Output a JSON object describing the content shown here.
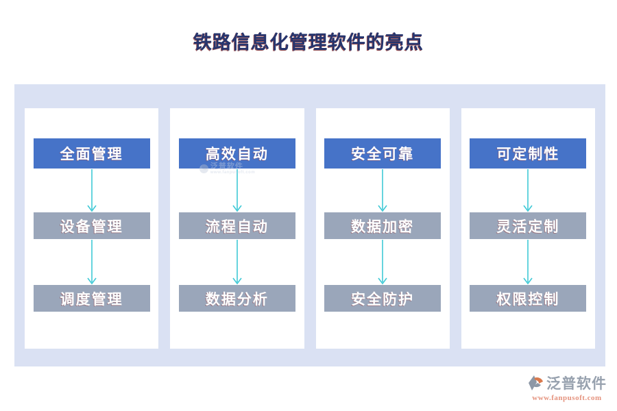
{
  "title": {
    "text": "铁路信息化管理软件的亮点"
  },
  "columns": [
    {
      "header": "全面管理",
      "items": [
        "设备管理",
        "调度管理"
      ]
    },
    {
      "header": "高效自动",
      "items": [
        "流程自动",
        "数据分析"
      ]
    },
    {
      "header": "安全可靠",
      "items": [
        "数据加密",
        "安全防护"
      ]
    },
    {
      "header": "可定制性",
      "items": [
        "灵活定制",
        "权限控制"
      ]
    }
  ],
  "watermark": {
    "text": "泛普软件",
    "subtext": "www.fanpusoft.com"
  },
  "footer_logo": {
    "name": "泛普软件",
    "url": "www.fanpusoft.com"
  },
  "colors": {
    "header_bg": "#4673c8",
    "item_bg": "#9aa6ba",
    "arrow": "#3fc9d6",
    "panel_bg": "#dae1f3",
    "btn_text": "#ffffff",
    "title_color": "#26356e",
    "logo_name_color": "#97a1ae",
    "logo_url_color": "#e5937e"
  }
}
